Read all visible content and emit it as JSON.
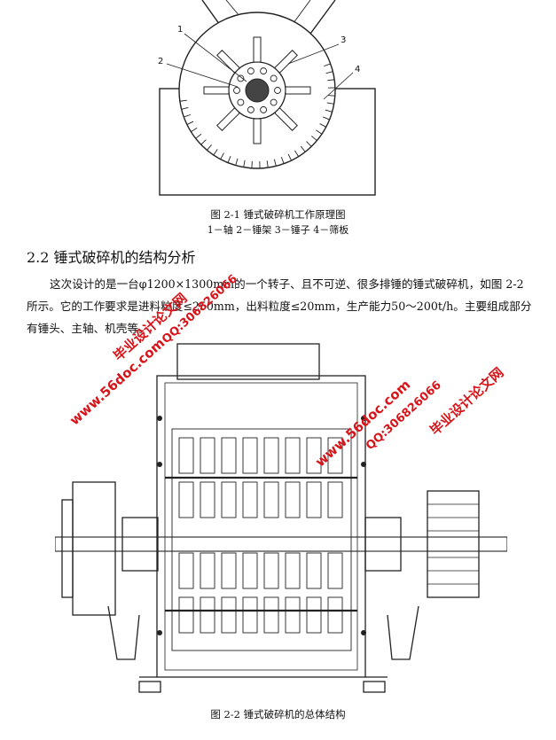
{
  "figure1": {
    "labels": [
      "1",
      "2",
      "3",
      "4"
    ],
    "caption": "图 2-1 锤式破碎机工作原理图",
    "legend": "1－轴 2－锤架 3－锤子 4－筛板"
  },
  "section": {
    "title": "2.2 锤式破碎机的结构分析"
  },
  "paragraph": {
    "text": "这次设计的是一台φ1200×1300mm的一个转子、且不可逆、很多排锤的锤式破碎机，如图 2-2 所示。它的工作要求是进料粒度≤250mm，出料粒度≤20mm，生产能力50～200t/h。主要组成部分有锤头、主轴、机壳等。"
  },
  "figure2": {
    "caption": "图 2-2 锤式破碎机的总体结构"
  },
  "watermarks": {
    "site_a": "www.56doc.com",
    "title_a": "毕业设计论文网",
    "qq_a": "QQ:306826066",
    "site_b": "www.56doc.com",
    "qq_b": "QQ:306826066",
    "title_b": "毕业设计论文网"
  },
  "colors": {
    "line": "#222222",
    "watermark": "#d7141a"
  }
}
